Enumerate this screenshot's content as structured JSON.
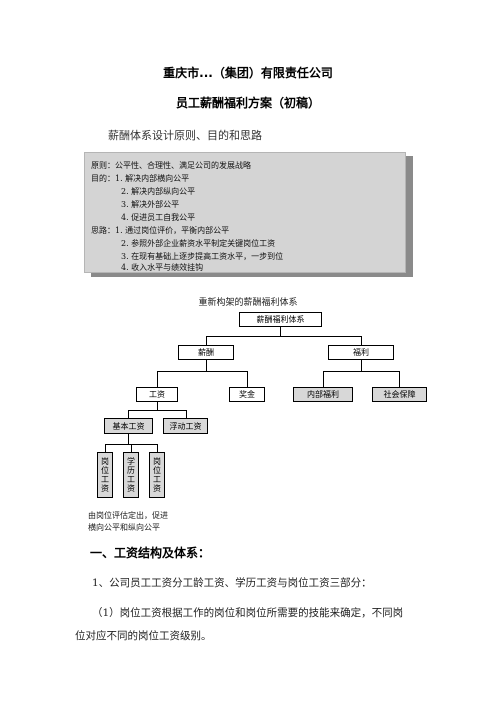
{
  "doc": {
    "company": "重庆市...（集团）有限责任公司",
    "title": "员工薪酬福利方案（初稿）",
    "section_heading": "薪酬体系设计原则、目的和思路"
  },
  "principles": {
    "l1": "原则：公平性、合理性、满足公司的发展战略",
    "l2": "目的：1.  解决内部横向公平",
    "l3": "2.  解决内部纵向公平",
    "l4": "3.  解决外部公平",
    "l5": "4.  促进员工自我公平",
    "l6": "思路：1.  通过岗位评价，平衡内部公平",
    "l7": "2.  参照外部企业薪资水平制定关键岗位工资",
    "l8": "3.  在现有基础上逐步提高工资水平，一步到位",
    "l9": "4.  收入水平与绩效挂钩"
  },
  "org": {
    "caption": "重新构架的薪酬福利体系",
    "root": "薪酬福利体系",
    "salary": "薪酬",
    "welfare": "福利",
    "wage": "工资",
    "bonus": "奖金",
    "internal_welfare": "内部福利",
    "social_security": "社会保障",
    "base_wage": "基本工资",
    "floating_wage": "浮动工资",
    "post_wage_a": "岗位工资",
    "edu_wage": "学历工资",
    "post_wage_b": "岗位工资",
    "note_line1": "由岗位评估定出，促进",
    "note_line2": "横向公平和纵向公平"
  },
  "body": {
    "heading": "一、工资结构及体系：",
    "para1": "1、公司员工工资分工龄工资、学历工资与岗位工资三部分：",
    "para2_line1": "（1）岗位工资根据工作的岗位和岗位所需要的技能来确定，不同岗",
    "para2_line2": "位对应不同的岗位工资级别。"
  }
}
